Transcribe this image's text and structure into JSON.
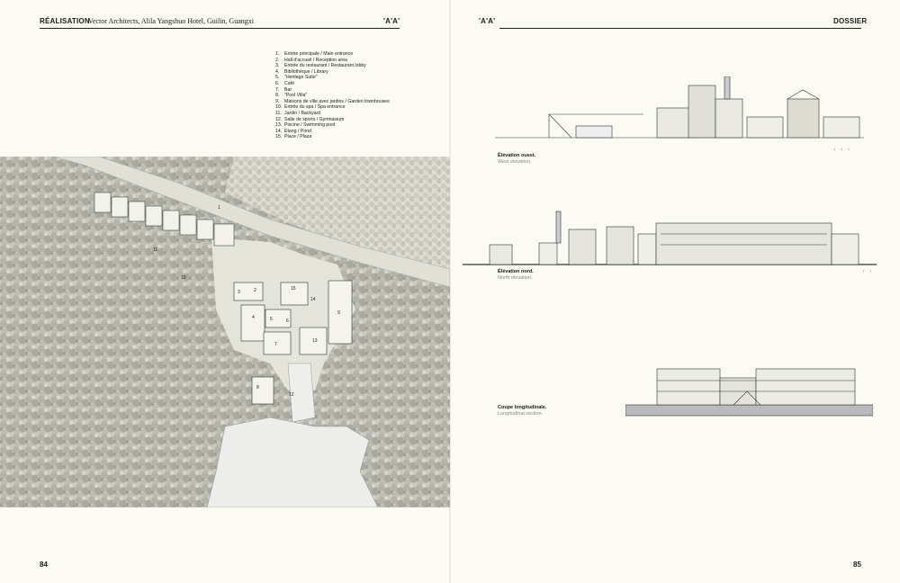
{
  "left_page": {
    "section": "RÉALISATION",
    "subtitle": "Vector Architects, Alila Yangshuo Hotel, Guilin, Guangxi",
    "mark": "'A'A'",
    "page_number": "84",
    "legend": [
      {
        "num": "1.",
        "label": "Entrée principale / Main entrance"
      },
      {
        "num": "2.",
        "label": "Hall d'accueil / Reception area"
      },
      {
        "num": "3.",
        "label": "Entrée du restaurant / Restaurant lobby"
      },
      {
        "num": "4.",
        "label": "Bibliothèque / Library"
      },
      {
        "num": "5.",
        "label": "\"Heritage Suite\""
      },
      {
        "num": "6.",
        "label": "Café"
      },
      {
        "num": "7.",
        "label": "Bar"
      },
      {
        "num": "8.",
        "label": "\"Pool Villa\""
      },
      {
        "num": "9.",
        "label": "Maisons de ville avec jardins / Garden townhouses"
      },
      {
        "num": "10.",
        "label": "Entrée du spa / Spa entrance"
      },
      {
        "num": "11.",
        "label": "Jardin / Backyard"
      },
      {
        "num": "12.",
        "label": "Salle de sports / Gymnasium"
      },
      {
        "num": "13.",
        "label": "Piscine / Swimming pool"
      },
      {
        "num": "14.",
        "label": "Étang / Pond"
      },
      {
        "num": "15.",
        "label": "Place / Plaza"
      }
    ],
    "plan_labels": [
      "1",
      "2",
      "3",
      "4",
      "5",
      "6",
      "7",
      "8",
      "9",
      "10",
      "11",
      "12",
      "13",
      "14",
      "15"
    ]
  },
  "right_page": {
    "mark": "'A'A'",
    "section": "DOSSIER",
    "page_number": "85",
    "drawings": [
      {
        "caption_fr": "Élévation ouest.",
        "caption_en": "West elevation."
      },
      {
        "caption_fr": "Élévation nord.",
        "caption_en": "North elevation."
      },
      {
        "caption_fr": "Coupe longitudinale.",
        "caption_en": "Longitudinal section."
      }
    ]
  }
}
